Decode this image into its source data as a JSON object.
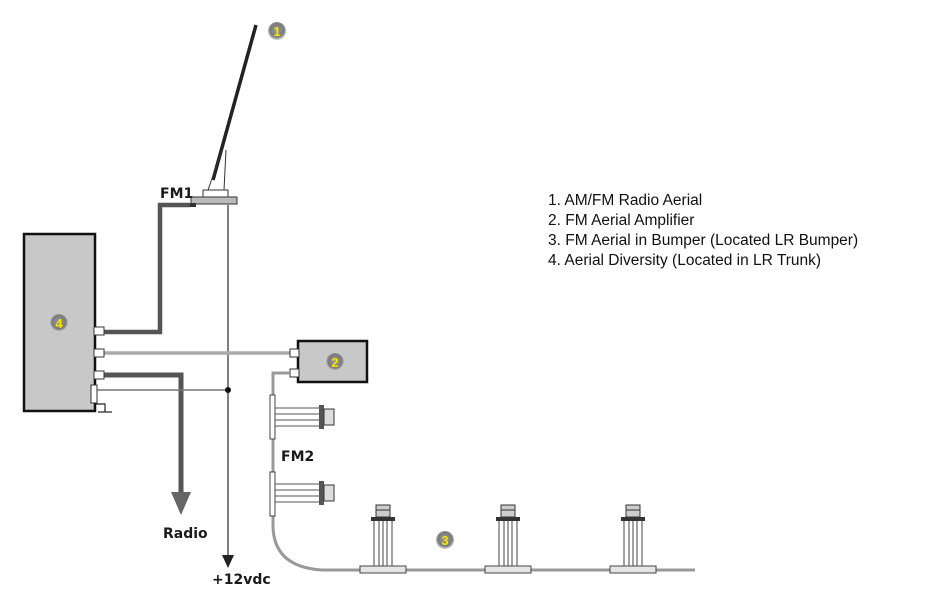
{
  "diagram": {
    "type": "aerial system wiring diagram",
    "components": [
      {
        "badge": "1",
        "name": "AM/FM Radio Aerial"
      },
      {
        "badge": "2",
        "name": "FM Aerial Amplifier"
      },
      {
        "badge": "3",
        "name": "FM Aerial in Bumper"
      },
      {
        "badge": "4",
        "name": "Aerial Diversity"
      }
    ],
    "labels": {
      "fm1": "FM1",
      "fm2": "FM2",
      "radio": "Radio",
      "power": "+12vdc"
    },
    "legend": [
      "1.  AM/FM Radio Aerial",
      "2.  FM Aerial Amplifier",
      "3.  FM Aerial in Bumper (Located LR Bumper)",
      "4.  Aerial Diversity (Located in LR Trunk)"
    ],
    "colors": {
      "badge_text": "#f5e400",
      "module_fill": "#c8c8c8",
      "cable_dark": "#555555",
      "cable_light": "#a9a9a9"
    }
  }
}
